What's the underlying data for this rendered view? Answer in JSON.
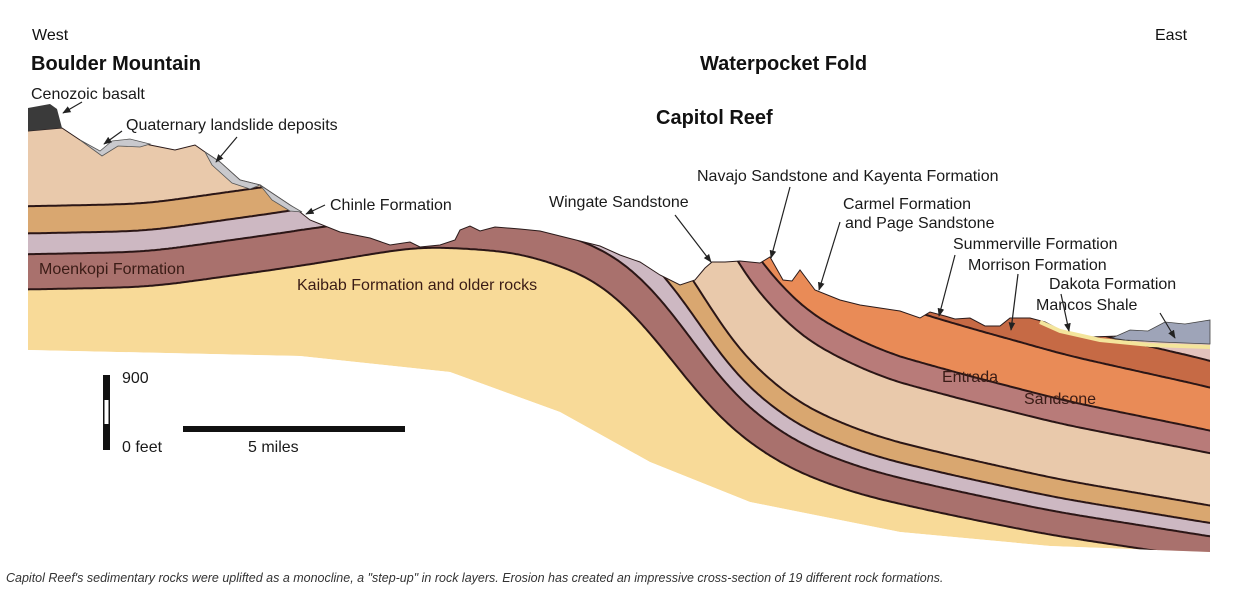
{
  "directions": {
    "west": "West",
    "east": "East"
  },
  "titles": {
    "boulder_mountain": "Boulder Mountain",
    "waterpocket_fold": "Waterpocket Fold",
    "capitol_reef": "Capitol Reef"
  },
  "formations": {
    "cenozoic_basalt": "Cenozoic basalt",
    "landslide": "Quaternary landslide deposits",
    "chinle": "Chinle Formation",
    "moenkopi": "Moenkopi Formation",
    "kaibab": "Kaibab Formation and older rocks",
    "wingate": "Wingate Sandstone",
    "navajo": "Navajo Sandstone and Kayenta Formation",
    "carmel_1": "Carmel Formation",
    "carmel_2": "and Page Sandstone",
    "summerville": "Summerville Formation",
    "morrison": "Morrison Formation",
    "dakota": "Dakota Formation",
    "mancos": "Mancos Shale",
    "entrada_1": "Entrada",
    "entrada_2": "Sandsone"
  },
  "scale": {
    "top": "900",
    "bottom": "0 feet",
    "horizontal": "5 miles"
  },
  "caption": "Capitol Reef's sedimentary rocks were uplifted as a monocline, a \"step-up\" in rock layers. Erosion has created an impressive cross-section of 19 different rock formations.",
  "colors": {
    "kaibab": "#f8da98",
    "moenkopi": "#a9716d",
    "chinle": "#cdb8c2",
    "wingate": "#d9a770",
    "navajo": "#e9c9ab",
    "carmel": "#b87b79",
    "entrada": "#e98b57",
    "summerville": "#c66a45",
    "morrison": "#e3c2bd",
    "dakota": "#f4e59c",
    "mancos": "#9ea4b8",
    "basalt": "#3a3a3a",
    "landslide": "#c9c9cd"
  }
}
